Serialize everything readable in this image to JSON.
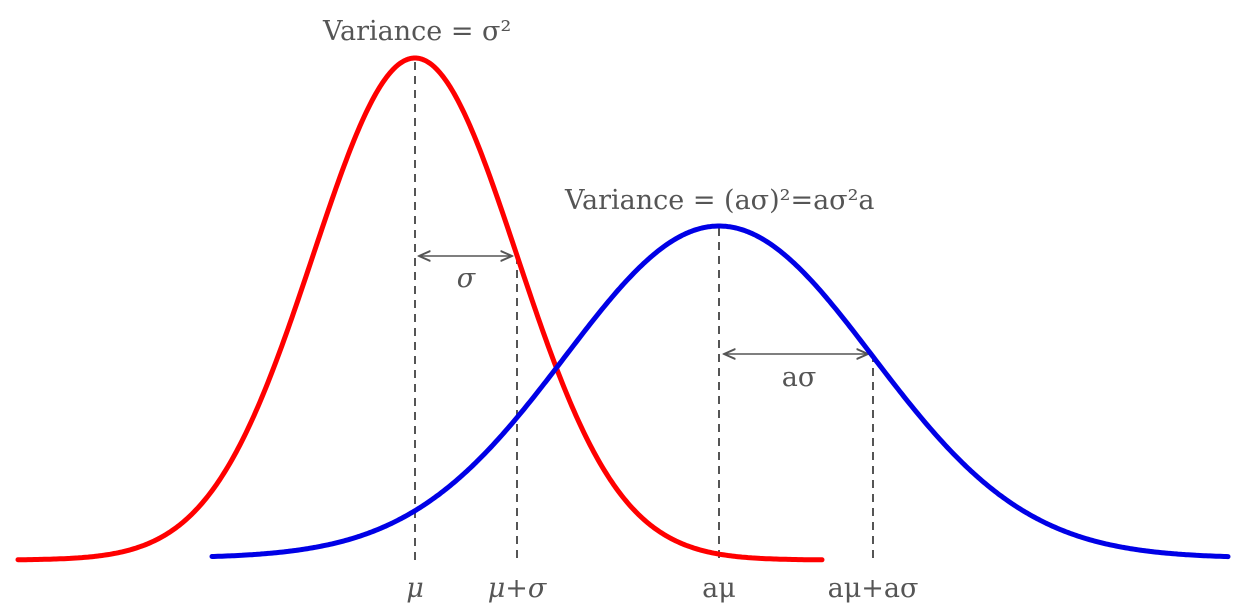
{
  "labels": {
    "variance_red": "Variance = σ²",
    "variance_blue": "Variance = (aσ)²=aσ²a",
    "arrow_red": "σ",
    "arrow_blue": "aσ",
    "tick_mu": "μ",
    "tick_mu_plus_sigma": "μ+σ",
    "tick_a_mu": "aμ",
    "tick_a_mu_plus_a_sigma": "aμ+aσ"
  },
  "colors": {
    "red_curve": "#ff0000",
    "blue_curve": "#0000e6",
    "guide": "#555555",
    "text": "#555555"
  }
}
